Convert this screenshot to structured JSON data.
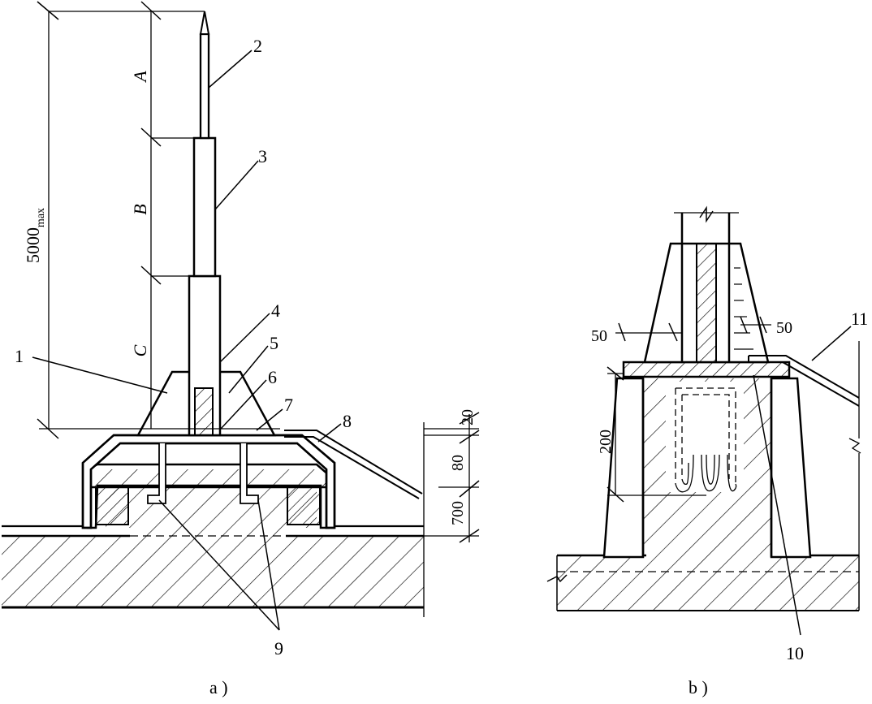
{
  "figure": {
    "panel_a": {
      "caption": "a )",
      "callouts": [
        "1",
        "2",
        "3",
        "4",
        "5",
        "6",
        "7",
        "8",
        "9"
      ],
      "segment_labels": [
        "A",
        "B",
        "C"
      ],
      "overall_height_value": "5000",
      "overall_height_sub": "max",
      "dims_right": [
        "20",
        "80",
        "700"
      ]
    },
    "panel_b": {
      "caption": "b )",
      "callouts": [
        "10",
        "11"
      ],
      "dims": [
        "50",
        "50",
        "200"
      ]
    }
  }
}
